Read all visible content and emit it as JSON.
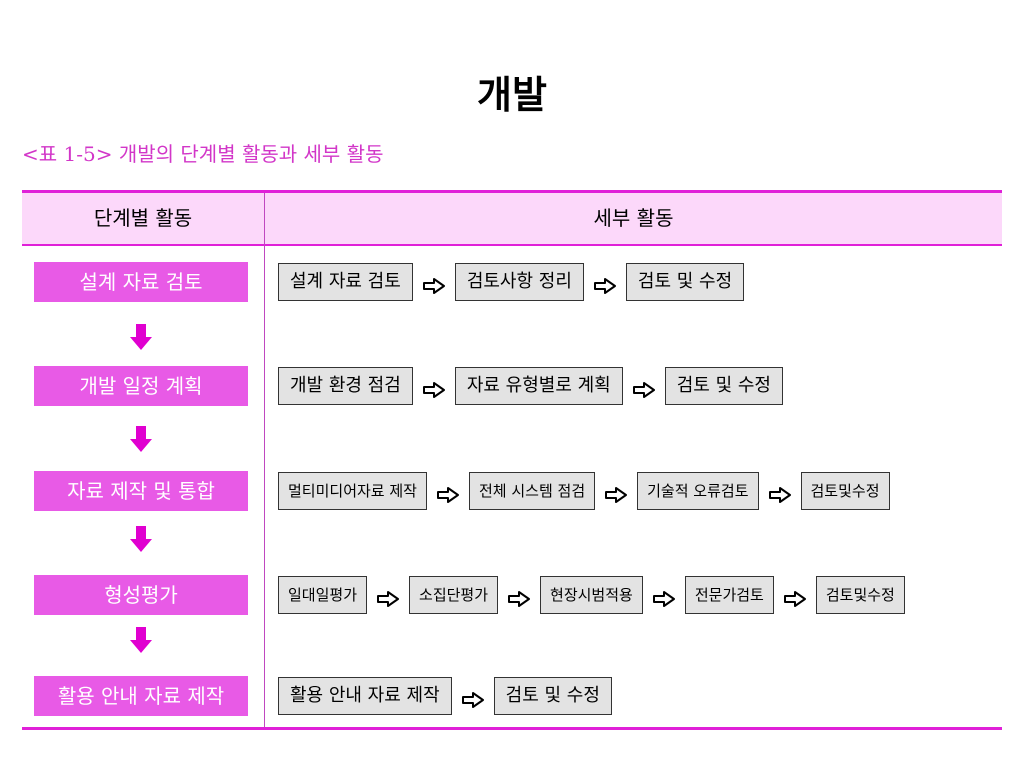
{
  "title": "개발",
  "caption": "<표 1-5> 개발의 단계별 활동과 세부 활동",
  "table": {
    "header": {
      "stage": "단계별 활동",
      "detail": "세부 활동"
    },
    "colors": {
      "rule": "#e020d8",
      "header_bg": "#fcd8fa",
      "stage_bg": "#e85ae6",
      "stage_text": "#ffffff",
      "step_bg": "#e3e3e3",
      "down_arrow": "#e000d0"
    },
    "rows": [
      {
        "stage": "설계 자료 검토",
        "steps": [
          "설계 자료 검토",
          "검토사항 정리",
          "검토 및 수정"
        ]
      },
      {
        "stage": "개발 일정 계획",
        "steps": [
          "개발 환경 점검",
          "자료 유형별로 계획",
          "검토 및 수정"
        ]
      },
      {
        "stage": "자료 제작 및 통합",
        "steps": [
          "멀티미디어자료 제작",
          "전체 시스템 점검",
          "기술적 오류검토",
          "검토및수정"
        ]
      },
      {
        "stage": "형성평가",
        "steps": [
          "일대일평가",
          "소집단평가",
          "현장시범적용",
          "전문가검토",
          "검토및수정"
        ]
      },
      {
        "stage": "활용 안내 자료 제작",
        "steps": [
          "활용 안내 자료 제작",
          "검토 및 수정"
        ]
      }
    ]
  }
}
